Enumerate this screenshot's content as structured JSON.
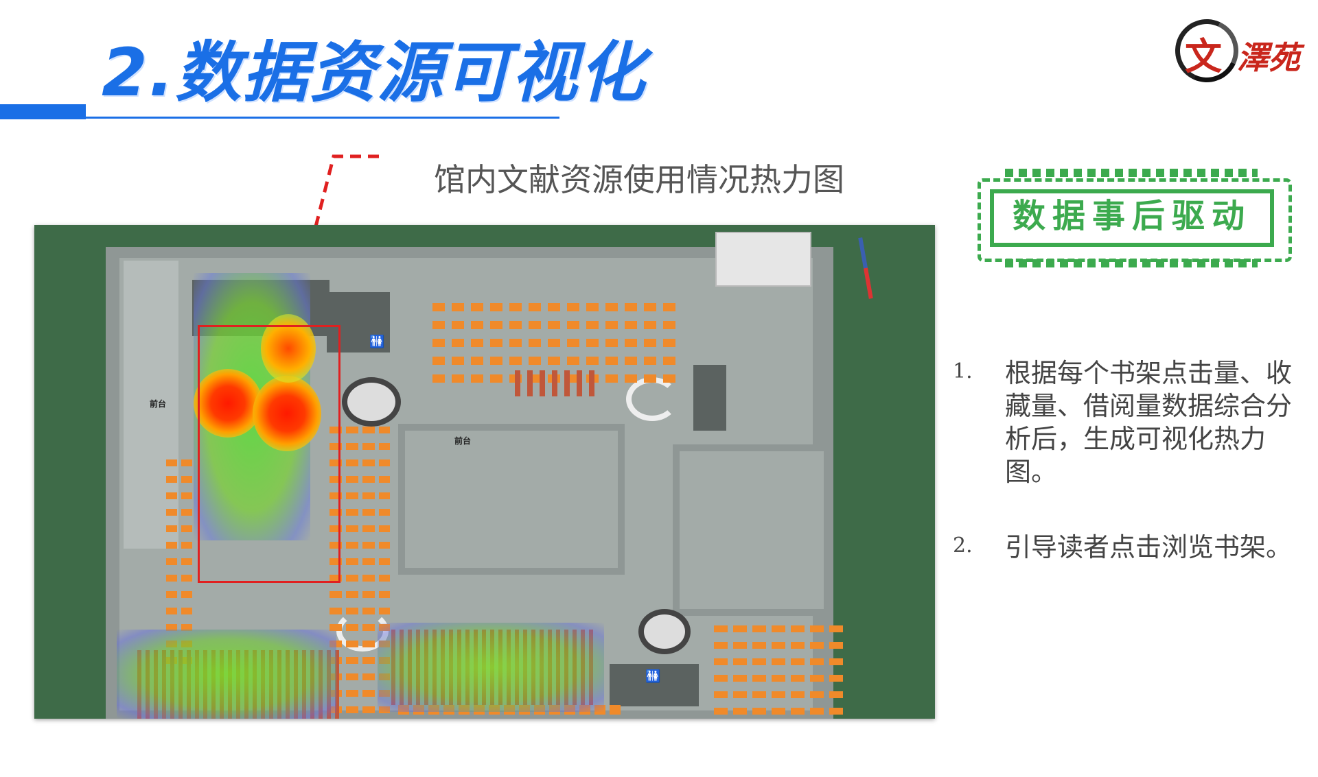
{
  "header": {
    "title": "2.数据资源可视化"
  },
  "logo": {
    "char1": "文",
    "rest": "澤苑"
  },
  "map": {
    "caption": "馆内文献资源使用情况热力图",
    "labels": {
      "front_desk_left": "前台",
      "front_desk_center": "前台"
    }
  },
  "stamp": {
    "text": "数据事后驱动"
  },
  "notes": [
    {
      "num": "1.",
      "text": "根据每个书架点击量、收藏量、借阅量数据综合分析后，生成可视化热力图。"
    },
    {
      "num": "2.",
      "text": "引导读者点击浏览书架。"
    }
  ],
  "colors": {
    "accent": "#1a6fe6",
    "stamp": "#3caa4e",
    "logo": "#c9261c",
    "highlight": "#e02020"
  },
  "icons": {
    "compass": "compass-icon",
    "restroom": "restroom-icon",
    "camera": "camera-icon"
  }
}
